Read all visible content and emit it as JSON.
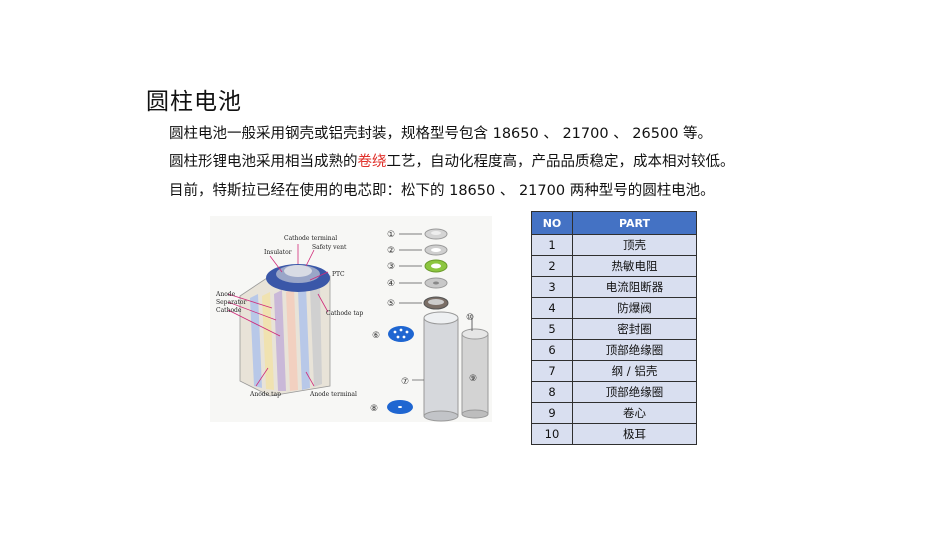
{
  "title": "圆柱电池",
  "paragraphs": {
    "p1": "圆柱电池一般采用钢壳或铝壳封装，规格型号包含 18650 、 21700 、 26500 等。",
    "p2_before": "圆柱形锂电池采用相当成熟的",
    "p2_highlight": "卷绕",
    "p2_after": "工艺，自动化程度高，产品品质稳定，成本相对较低。",
    "p3": "目前，特斯拉已经在使用的电芯即：松下的 18650 、 21700 两种型号的圆柱电池。"
  },
  "figure_labels": {
    "cathode_terminal": "Cathode terminal",
    "safety_vent": "Safety vent",
    "insulator": "Insulator",
    "ptc": "PTC",
    "anode": "Anode",
    "separator": "Separator",
    "cathode": "Cathode",
    "cathode_tap": "Cathode tap",
    "anode_tap": "Anode tap",
    "anode_terminal": "Anode terminal",
    "n1": "①",
    "n2": "②",
    "n3": "③",
    "n4": "④",
    "n5": "⑤",
    "n6": "⑥",
    "n7": "⑦",
    "n8": "⑧",
    "n9": "⑨",
    "n10": "⑩"
  },
  "table": {
    "headers": [
      "NO",
      "PART"
    ],
    "rows": [
      [
        "1",
        "顶壳"
      ],
      [
        "2",
        "热敏电阻"
      ],
      [
        "3",
        "电流阻断器"
      ],
      [
        "4",
        "防爆阀"
      ],
      [
        "5",
        "密封圈"
      ],
      [
        "6",
        "顶部绝缘圈"
      ],
      [
        "7",
        "纲 / 铝壳"
      ],
      [
        "8",
        "顶部绝缘圈"
      ],
      [
        "9",
        "卷心"
      ],
      [
        "10",
        "极耳"
      ]
    ]
  },
  "colors": {
    "highlight": "#e0302a",
    "table_header": "#4472c4",
    "table_cell": "#d9dff0"
  }
}
